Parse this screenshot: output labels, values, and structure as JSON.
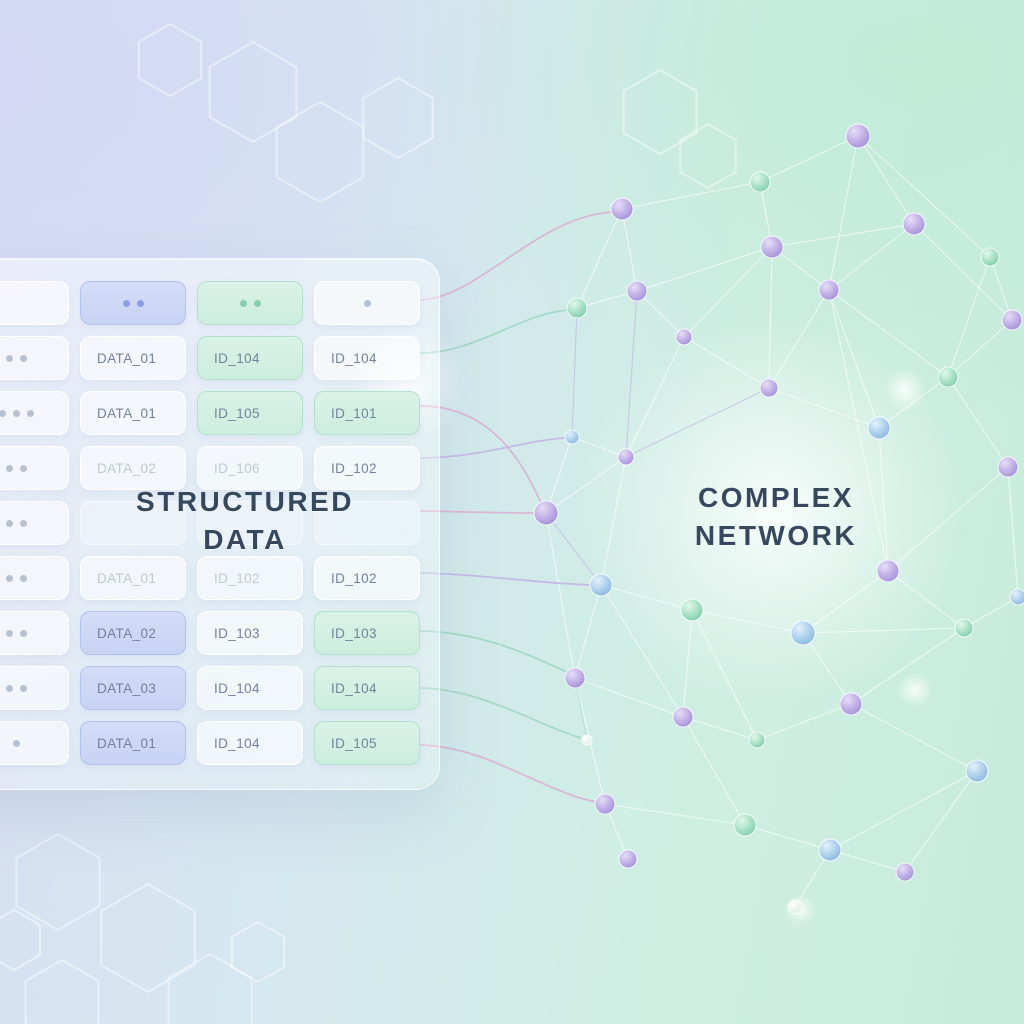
{
  "titles": {
    "left_line1": "STRUCTURED",
    "left_line2": "DATA",
    "right_line1": "COMPLEX",
    "right_line2": "NETWORK"
  },
  "colors": {
    "accent_purple": "#b7a6e3",
    "accent_green": "#9fdec0",
    "accent_blue": "#a9cdeb",
    "connector_pink": "#dcaed2",
    "connector_green": "#9ed6be",
    "connector_lavender": "#c2b4e4",
    "title_text": "#35485d",
    "cell_text": "#72829a"
  },
  "table": {
    "rows": [
      {
        "cells": [
          {
            "tint": "plain"
          },
          {
            "tint": "blue",
            "dots": 2
          },
          {
            "tint": "green",
            "dots": 2
          },
          {
            "tint": "plain",
            "dots": 1
          }
        ]
      },
      {
        "cells": [
          {
            "tint": "plain",
            "dots": 2
          },
          {
            "tint": "plain",
            "label": "DATA_01"
          },
          {
            "tint": "green",
            "label": "ID_104"
          },
          {
            "tint": "plain",
            "label": "ID_104"
          }
        ]
      },
      {
        "cells": [
          {
            "tint": "plain",
            "dots": 3
          },
          {
            "tint": "plain",
            "label": "DATA_01"
          },
          {
            "tint": "green",
            "label": "ID_105"
          },
          {
            "tint": "green",
            "label": "ID_101"
          }
        ]
      },
      {
        "cells": [
          {
            "tint": "plain",
            "dots": 2
          },
          {
            "tint": "plain",
            "label": "DATA_02",
            "faded": true
          },
          {
            "tint": "plain",
            "label": "ID_106",
            "faded": true
          },
          {
            "tint": "plain",
            "label": "ID_102"
          }
        ]
      },
      {
        "cells": [
          {
            "tint": "plain",
            "dots": 2
          },
          {
            "tint": "ghost"
          },
          {
            "tint": "ghost"
          },
          {
            "tint": "ghost"
          }
        ]
      },
      {
        "cells": [
          {
            "tint": "plain",
            "dots": 2
          },
          {
            "tint": "plain",
            "label": "DATA_01",
            "faded": true
          },
          {
            "tint": "plain",
            "label": "ID_102",
            "faded": true
          },
          {
            "tint": "plain",
            "label": "ID_102"
          }
        ]
      },
      {
        "cells": [
          {
            "tint": "plain",
            "dots": 2
          },
          {
            "tint": "blue",
            "label": "DATA_02"
          },
          {
            "tint": "plain",
            "label": "ID_103"
          },
          {
            "tint": "green",
            "label": "ID_103"
          }
        ]
      },
      {
        "cells": [
          {
            "tint": "plain",
            "dots": 2
          },
          {
            "tint": "blue",
            "label": "DATA_03"
          },
          {
            "tint": "plain",
            "label": "ID_104"
          },
          {
            "tint": "green",
            "label": "ID_104"
          }
        ]
      },
      {
        "cells": [
          {
            "tint": "plain",
            "dots": 1
          },
          {
            "tint": "blue",
            "label": "DATA_01"
          },
          {
            "tint": "plain",
            "label": "ID_104"
          },
          {
            "tint": "green",
            "label": "ID_105"
          }
        ]
      }
    ]
  },
  "network": {
    "nodes": [
      [
        622,
        209,
        11,
        "purple"
      ],
      [
        760,
        182,
        10,
        "green"
      ],
      [
        858,
        136,
        12,
        "purple"
      ],
      [
        914,
        224,
        11,
        "purple"
      ],
      [
        772,
        247,
        11,
        "purple"
      ],
      [
        637,
        291,
        10,
        "purple"
      ],
      [
        829,
        290,
        10,
        "purple"
      ],
      [
        577,
        308,
        10,
        "green"
      ],
      [
        684,
        337,
        8,
        "purple"
      ],
      [
        1012,
        320,
        10,
        "purple"
      ],
      [
        948,
        377,
        10,
        "green"
      ],
      [
        879,
        428,
        11,
        "blue"
      ],
      [
        769,
        388,
        9,
        "purple"
      ],
      [
        626,
        457,
        8,
        "purple"
      ],
      [
        572,
        437,
        7,
        "blue"
      ],
      [
        546,
        513,
        12,
        "purple"
      ],
      [
        601,
        585,
        11,
        "blue"
      ],
      [
        692,
        610,
        11,
        "green"
      ],
      [
        803,
        633,
        12,
        "blue"
      ],
      [
        888,
        571,
        11,
        "purple"
      ],
      [
        1008,
        467,
        10,
        "purple"
      ],
      [
        575,
        678,
        10,
        "purple"
      ],
      [
        683,
        717,
        10,
        "purple"
      ],
      [
        757,
        740,
        8,
        "green"
      ],
      [
        851,
        704,
        11,
        "purple"
      ],
      [
        977,
        771,
        11,
        "blue"
      ],
      [
        605,
        804,
        10,
        "purple"
      ],
      [
        745,
        825,
        11,
        "green"
      ],
      [
        830,
        850,
        11,
        "blue"
      ],
      [
        628,
        859,
        9,
        "purple"
      ],
      [
        905,
        872,
        9,
        "purple"
      ],
      [
        964,
        628,
        9,
        "green"
      ],
      [
        587,
        740,
        5,
        "white"
      ],
      [
        795,
        907,
        7,
        "white"
      ],
      [
        990,
        257,
        9,
        "green"
      ],
      [
        1018,
        597,
        8,
        "blue"
      ]
    ],
    "edges": [
      [
        0,
        1
      ],
      [
        0,
        5
      ],
      [
        0,
        7
      ],
      [
        1,
        2
      ],
      [
        1,
        4
      ],
      [
        2,
        3
      ],
      [
        2,
        6
      ],
      [
        3,
        4
      ],
      [
        3,
        6
      ],
      [
        3,
        9
      ],
      [
        4,
        5
      ],
      [
        4,
        6
      ],
      [
        4,
        8
      ],
      [
        4,
        12
      ],
      [
        5,
        7
      ],
      [
        5,
        8
      ],
      [
        6,
        10
      ],
      [
        6,
        11
      ],
      [
        6,
        12
      ],
      [
        7,
        14,
        "lav"
      ],
      [
        8,
        12
      ],
      [
        8,
        13
      ],
      [
        9,
        10
      ],
      [
        9,
        34
      ],
      [
        10,
        11
      ],
      [
        10,
        20
      ],
      [
        10,
        34
      ],
      [
        11,
        12
      ],
      [
        11,
        19
      ],
      [
        12,
        13,
        "lav"
      ],
      [
        13,
        14
      ],
      [
        13,
        15
      ],
      [
        13,
        16
      ],
      [
        14,
        15
      ],
      [
        15,
        16,
        "lav"
      ],
      [
        15,
        21
      ],
      [
        16,
        17
      ],
      [
        16,
        21
      ],
      [
        16,
        22
      ],
      [
        17,
        18
      ],
      [
        17,
        22
      ],
      [
        17,
        23
      ],
      [
        18,
        19
      ],
      [
        18,
        24
      ],
      [
        18,
        31
      ],
      [
        19,
        20
      ],
      [
        19,
        31
      ],
      [
        20,
        35
      ],
      [
        21,
        22
      ],
      [
        21,
        26
      ],
      [
        21,
        32,
        "grn"
      ],
      [
        22,
        23
      ],
      [
        22,
        27
      ],
      [
        23,
        24
      ],
      [
        24,
        25
      ],
      [
        24,
        31
      ],
      [
        25,
        28
      ],
      [
        25,
        30
      ],
      [
        26,
        27
      ],
      [
        26,
        29
      ],
      [
        27,
        28
      ],
      [
        28,
        30
      ],
      [
        28,
        33
      ],
      [
        31,
        35
      ],
      [
        2,
        34
      ],
      [
        5,
        13,
        "lav"
      ],
      [
        6,
        19
      ]
    ]
  },
  "connectors": [
    [
      420,
      300,
      480,
      298,
      540,
      212,
      618,
      212,
      "pink"
    ],
    [
      420,
      353,
      478,
      353,
      522,
      312,
      570,
      310,
      "green"
    ],
    [
      420,
      406,
      495,
      406,
      525,
      468,
      542,
      505,
      "pink"
    ],
    [
      420,
      458,
      480,
      458,
      525,
      440,
      566,
      438,
      "lav"
    ],
    [
      420,
      511,
      475,
      512,
      505,
      513,
      537,
      513,
      "pink"
    ],
    [
      420,
      573,
      480,
      574,
      545,
      584,
      593,
      585,
      "lav"
    ],
    [
      420,
      631,
      482,
      632,
      530,
      655,
      569,
      673,
      "green"
    ],
    [
      420,
      688,
      482,
      689,
      535,
      724,
      581,
      738,
      "green"
    ],
    [
      420,
      745,
      488,
      746,
      548,
      795,
      598,
      802,
      "pink"
    ]
  ],
  "decor": {
    "hexagons": [
      [
        253,
        92,
        50
      ],
      [
        320,
        152,
        50
      ],
      [
        398,
        118,
        40
      ],
      [
        660,
        112,
        42
      ],
      [
        708,
        156,
        32
      ],
      [
        170,
        60,
        36
      ],
      [
        58,
        882,
        48
      ],
      [
        148,
        938,
        54
      ],
      [
        62,
        1002,
        42
      ],
      [
        210,
        1002,
        48
      ],
      [
        14,
        940,
        30
      ],
      [
        258,
        952,
        30
      ]
    ],
    "glows": [
      [
        775,
        512,
        195
      ],
      [
        905,
        390,
        22
      ],
      [
        915,
        690,
        18
      ],
      [
        800,
        910,
        16
      ],
      [
        408,
        382,
        60
      ]
    ]
  }
}
